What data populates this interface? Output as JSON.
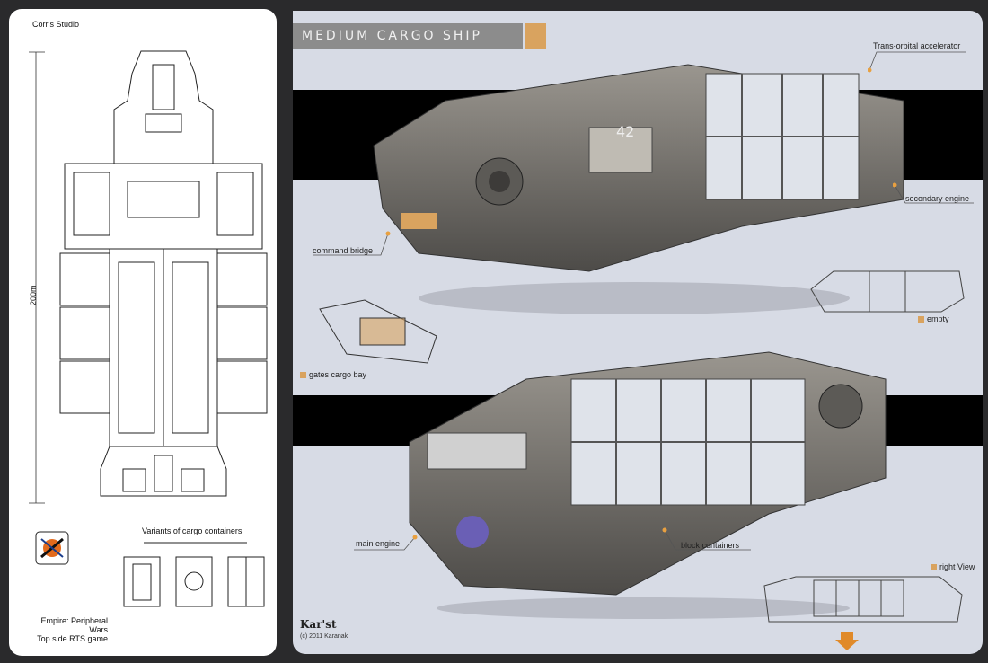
{
  "studio": "Corris Studio",
  "title": "MEDIUM CARGO SHIP",
  "dimension_label": "200m",
  "variants_label": "Variants of cargo containers",
  "game_info": [
    "Empire: Peripheral Wars",
    "Top side RTS game"
  ],
  "signature": {
    "name": "Kar'st",
    "line2": "(c) 2011 Karanak"
  },
  "callouts": {
    "trans_orbital": "Trans-orbital accelerator",
    "secondary_engine": "secondary engine",
    "command_bridge": "command bridge",
    "empty": "empty",
    "gates_cargo_bay": "gates cargo bay",
    "main_engine": "main engine",
    "block_containers": "block containers",
    "right_view": "right View"
  },
  "hull_number": "42",
  "colors": {
    "accent": "#d9a35f",
    "panel_bg": "#d7dbe5",
    "band": "#000000",
    "hull": "#6f6c68"
  }
}
